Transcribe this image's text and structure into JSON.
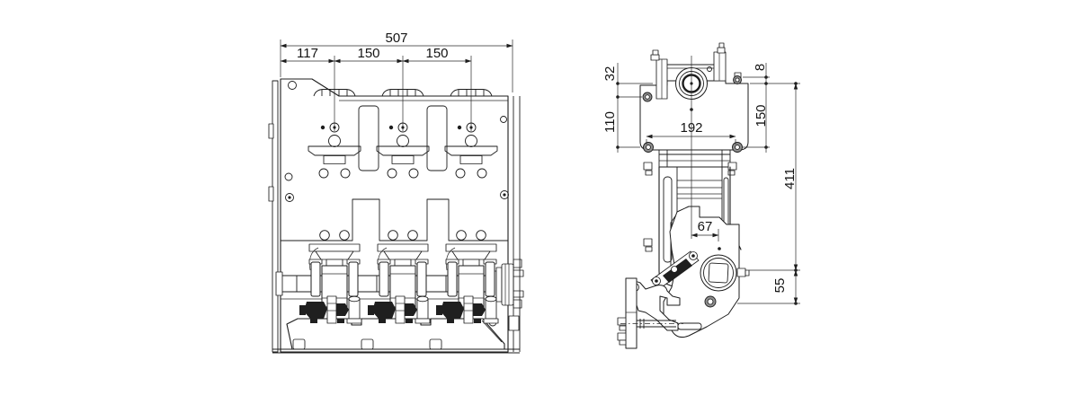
{
  "drawing": {
    "background": "#ffffff",
    "line_color": "#1d1d1d",
    "front_view": {
      "dimensions": {
        "overall_width": "507",
        "left_pole_offset": "117",
        "pole_pitch_a": "150",
        "pole_pitch_b": "150"
      }
    },
    "side_view": {
      "dimensions": {
        "top_offset": "32",
        "upper_section": "110",
        "mounting_span": "192",
        "flange_step": "8",
        "hole_span": "150",
        "overall_height": "411",
        "shaft_drop": "55",
        "crank_offset": "67"
      }
    }
  }
}
